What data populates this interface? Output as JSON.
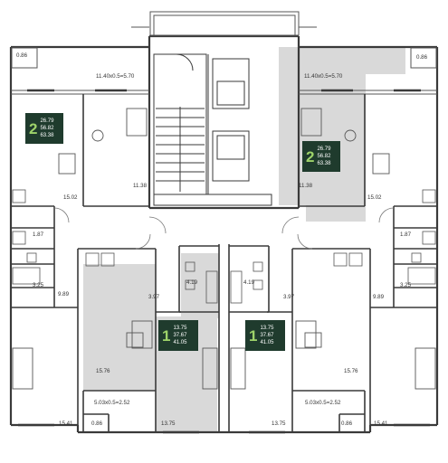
{
  "room_labels": {
    "tl_balcony_small": "0.86",
    "tr_balcony_small": "0.86",
    "tl_loggia": "11.40x0.5=5.70",
    "tr_loggia": "11.40x0.5=5.70",
    "tl_living": "15.02",
    "tl_bedroom": "11.38",
    "tr_bedroom": "11.38",
    "tr_living": "15.02",
    "l_bath_1": "1.87",
    "r_bath_1": "1.87",
    "l_bath_2": "3.25",
    "r_bath_2": "3.25",
    "l_hall": "9.89",
    "r_hall": "9.89",
    "cl_hall": "3.97",
    "cr_hall": "3.97",
    "cl_bath": "4.19",
    "cr_bath": "4.19",
    "cl_living": "15.76",
    "cr_living": "15.76",
    "cl_loggia": "5.03x0.5=2.52",
    "cr_loggia": "5.03x0.5=2.52",
    "cl_balcony_small": "0.86",
    "cr_balcony_small": "0.86",
    "cl_bedroom": "13.75",
    "cr_bedroom": "13.75",
    "bl_bedroom": "15.41",
    "br_bedroom": "15.41"
  },
  "apartments": [
    {
      "id": "apt-2-left",
      "rooms": "2",
      "area_living": "26.79",
      "area_total": "56.82",
      "area_with_loggia": "63.38",
      "accent": "#9ed36a"
    },
    {
      "id": "apt-2-right",
      "rooms": "2",
      "area_living": "26.79",
      "area_total": "56.82",
      "area_with_loggia": "63.38",
      "accent": "#9ed36a"
    },
    {
      "id": "apt-1-left",
      "rooms": "1",
      "area_living": "13.75",
      "area_total": "37.67",
      "area_with_loggia": "41.05",
      "accent": "#9ed36a"
    },
    {
      "id": "apt-1-right",
      "rooms": "1",
      "area_living": "13.75",
      "area_total": "37.67",
      "area_with_loggia": "41.05",
      "accent": "#9ed36a"
    }
  ],
  "colors": {
    "wall": "#3a3a3a",
    "highlight_fill": "#d9d9d9",
    "floor_fill": "#ffffff",
    "badge_bg": "#1f3b2d"
  }
}
